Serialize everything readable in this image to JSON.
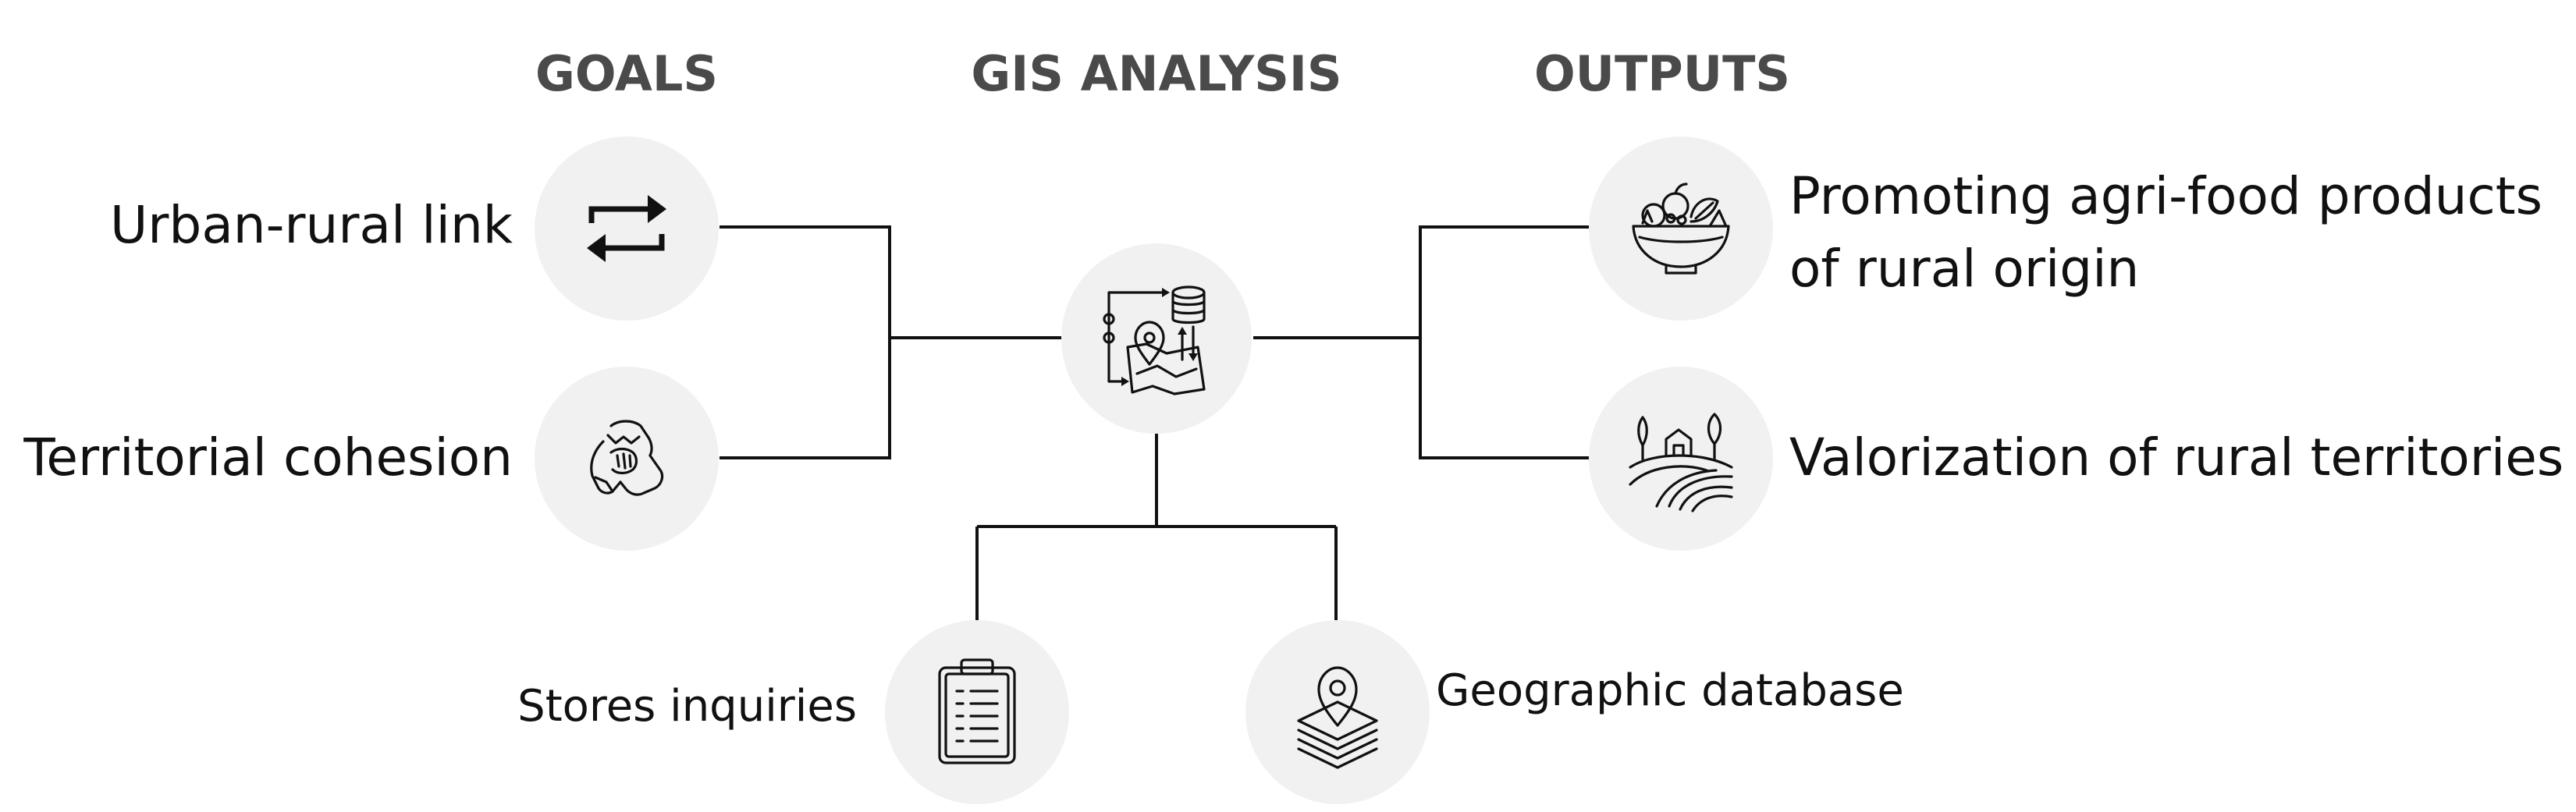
{
  "headings": {
    "goals": "GOALS",
    "gis_analysis": "GIS ANALYSIS",
    "outputs": "OUTPUTS"
  },
  "goals": [
    {
      "label": "Urban-rural link",
      "icon": "exchange-arrows-icon"
    },
    {
      "label": "Territorial cohesion",
      "icon": "stacked-hands-icon"
    }
  ],
  "center": {
    "icon": "gis-map-database-icon"
  },
  "inputs": [
    {
      "label": "Stores inquiries",
      "icon": "clipboard-list-icon"
    },
    {
      "label": "Geographic database",
      "icon": "map-layers-pin-icon"
    }
  ],
  "outputs": [
    {
      "label_line1": "Promoting agri-food products",
      "label_line2": "of rural origin",
      "icon": "food-bowl-icon"
    },
    {
      "label": "Valorization of rural territories",
      "icon": "rural-landscape-icon"
    }
  ],
  "colors": {
    "node_background": "#f1f1f1",
    "heading_text": "#4a4a4a",
    "line": "#111111"
  }
}
